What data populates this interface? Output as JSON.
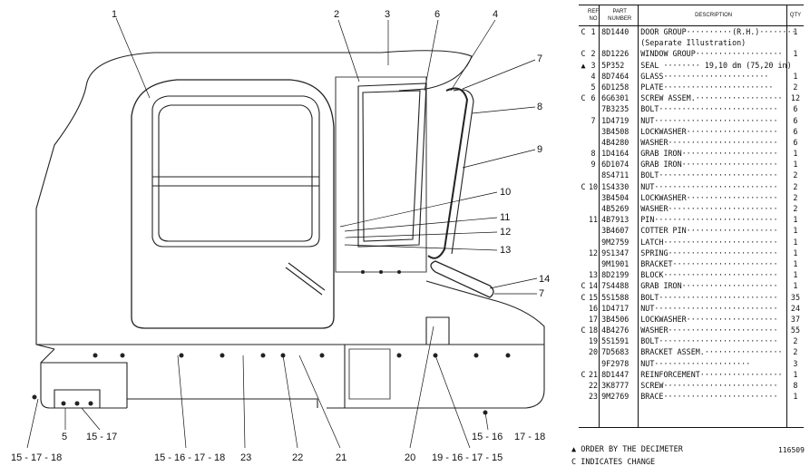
{
  "table": {
    "headers": {
      "ref_no": "REF NO",
      "part_number": "PART NUMBER",
      "description": "DESCRIPTION",
      "qty": "QTY"
    },
    "rows": [
      {
        "mark": "C",
        "ref": "1",
        "part": "8D1440",
        "desc": "DOOR GROUP··········(R.H.)········",
        "qty": "1"
      },
      {
        "mark": "",
        "ref": "",
        "part": "",
        "desc": "(Separate Illustration)",
        "qty": ""
      },
      {
        "mark": "C",
        "ref": "2",
        "part": "8D1226",
        "desc": "WINDOW GROUP···················",
        "qty": "1"
      },
      {
        "mark": "▲",
        "ref": "3",
        "part": "5P352",
        "desc": "SEAL ········ 19,10 dm (75,20 in)",
        "qty": ""
      },
      {
        "mark": "",
        "ref": "4",
        "part": "8D7464",
        "desc": "GLASS·······················",
        "qty": "1"
      },
      {
        "mark": "",
        "ref": "5",
        "part": "6D1258",
        "desc": "PLATE························",
        "qty": "2"
      },
      {
        "mark": "C",
        "ref": "6",
        "part": "6G6301",
        "desc": "SCREW ASSEM.···················",
        "qty": "12"
      },
      {
        "mark": "",
        "ref": "",
        "part": "7B3235",
        "desc": "BOLT··························",
        "qty": "6"
      },
      {
        "mark": "",
        "ref": "7",
        "part": "1D4719",
        "desc": "NUT···························",
        "qty": "6"
      },
      {
        "mark": "",
        "ref": "",
        "part": "3B4508",
        "desc": "LOCKWASHER····················",
        "qty": "6"
      },
      {
        "mark": "",
        "ref": "",
        "part": "4B4280",
        "desc": "WASHER························",
        "qty": "6"
      },
      {
        "mark": "",
        "ref": "8",
        "part": "1D4164",
        "desc": "GRAB IRON·····················",
        "qty": "1"
      },
      {
        "mark": "",
        "ref": "9",
        "part": "6D1074",
        "desc": "GRAB IRON·····················",
        "qty": "1"
      },
      {
        "mark": "",
        "ref": "",
        "part": "8S4711",
        "desc": "BOLT··························",
        "qty": "2"
      },
      {
        "mark": "C",
        "ref": "10",
        "part": "1S4330",
        "desc": "NUT···························",
        "qty": "2"
      },
      {
        "mark": "",
        "ref": "",
        "part": "3B4504",
        "desc": "LOCKWASHER····················",
        "qty": "2"
      },
      {
        "mark": "",
        "ref": "",
        "part": "4B5269",
        "desc": "WASHER························",
        "qty": "2"
      },
      {
        "mark": "",
        "ref": "11",
        "part": "4B7913",
        "desc": "PIN···························",
        "qty": "1"
      },
      {
        "mark": "",
        "ref": "",
        "part": "3B4607",
        "desc": "COTTER PIN····················",
        "qty": "1"
      },
      {
        "mark": "",
        "ref": "",
        "part": "9M2759",
        "desc": "LATCH·························",
        "qty": "1"
      },
      {
        "mark": "",
        "ref": "12",
        "part": "9S1347",
        "desc": "SPRING························",
        "qty": "1"
      },
      {
        "mark": "",
        "ref": "",
        "part": "9M1901",
        "desc": "BRACKET·······················",
        "qty": "1"
      },
      {
        "mark": "",
        "ref": "13",
        "part": "8D2199",
        "desc": "BLOCK·························",
        "qty": "1"
      },
      {
        "mark": "C",
        "ref": "14",
        "part": "7S4488",
        "desc": "GRAB IRON·····················",
        "qty": "1"
      },
      {
        "mark": "C",
        "ref": "15",
        "part": "5S1588",
        "desc": "BOLT··························",
        "qty": "35"
      },
      {
        "mark": "",
        "ref": "16",
        "part": "1D4717",
        "desc": "NUT···························",
        "qty": "24"
      },
      {
        "mark": "",
        "ref": "17",
        "part": "3B4506",
        "desc": "LOCKWASHER····················",
        "qty": "37"
      },
      {
        "mark": "C",
        "ref": "18",
        "part": "4B4276",
        "desc": "WASHER························",
        "qty": "55"
      },
      {
        "mark": "",
        "ref": "19",
        "part": "5S1591",
        "desc": "BOLT··························",
        "qty": "2"
      },
      {
        "mark": "",
        "ref": "20",
        "part": "7D5683",
        "desc": "BRACKET ASSEM.·················",
        "qty": "2"
      },
      {
        "mark": "",
        "ref": "",
        "part": "9F2978",
        "desc": "NUT·····················",
        "qty": "3"
      },
      {
        "mark": "C",
        "ref": "21",
        "part": "8D1447",
        "desc": "REINFORCEMENT··················",
        "qty": "1"
      },
      {
        "mark": "",
        "ref": "22",
        "part": "3K8777",
        "desc": "SCREW·························",
        "qty": "8"
      },
      {
        "mark": "",
        "ref": "23",
        "part": "9M2769",
        "desc": "BRACE·························",
        "qty": "1"
      }
    ]
  },
  "footnotes": {
    "decimeter": "▲ ORDER BY THE DECIMETER",
    "change": "C INDICATES CHANGE",
    "doc_number": "116509"
  },
  "callouts": {
    "top": [
      "1",
      "2",
      "3",
      "6",
      "4"
    ],
    "right": [
      "7",
      "8",
      "9",
      "10",
      "11",
      "12",
      "13",
      "14",
      "7"
    ],
    "bottom": [
      "15 - 17 - 18",
      "5",
      "15 - 17",
      "15 - 16 - 17 - 18",
      "23",
      "22",
      "21",
      "20",
      "19 - 16 - 17 - 15",
      "15 - 16",
      "17 - 18"
    ]
  }
}
